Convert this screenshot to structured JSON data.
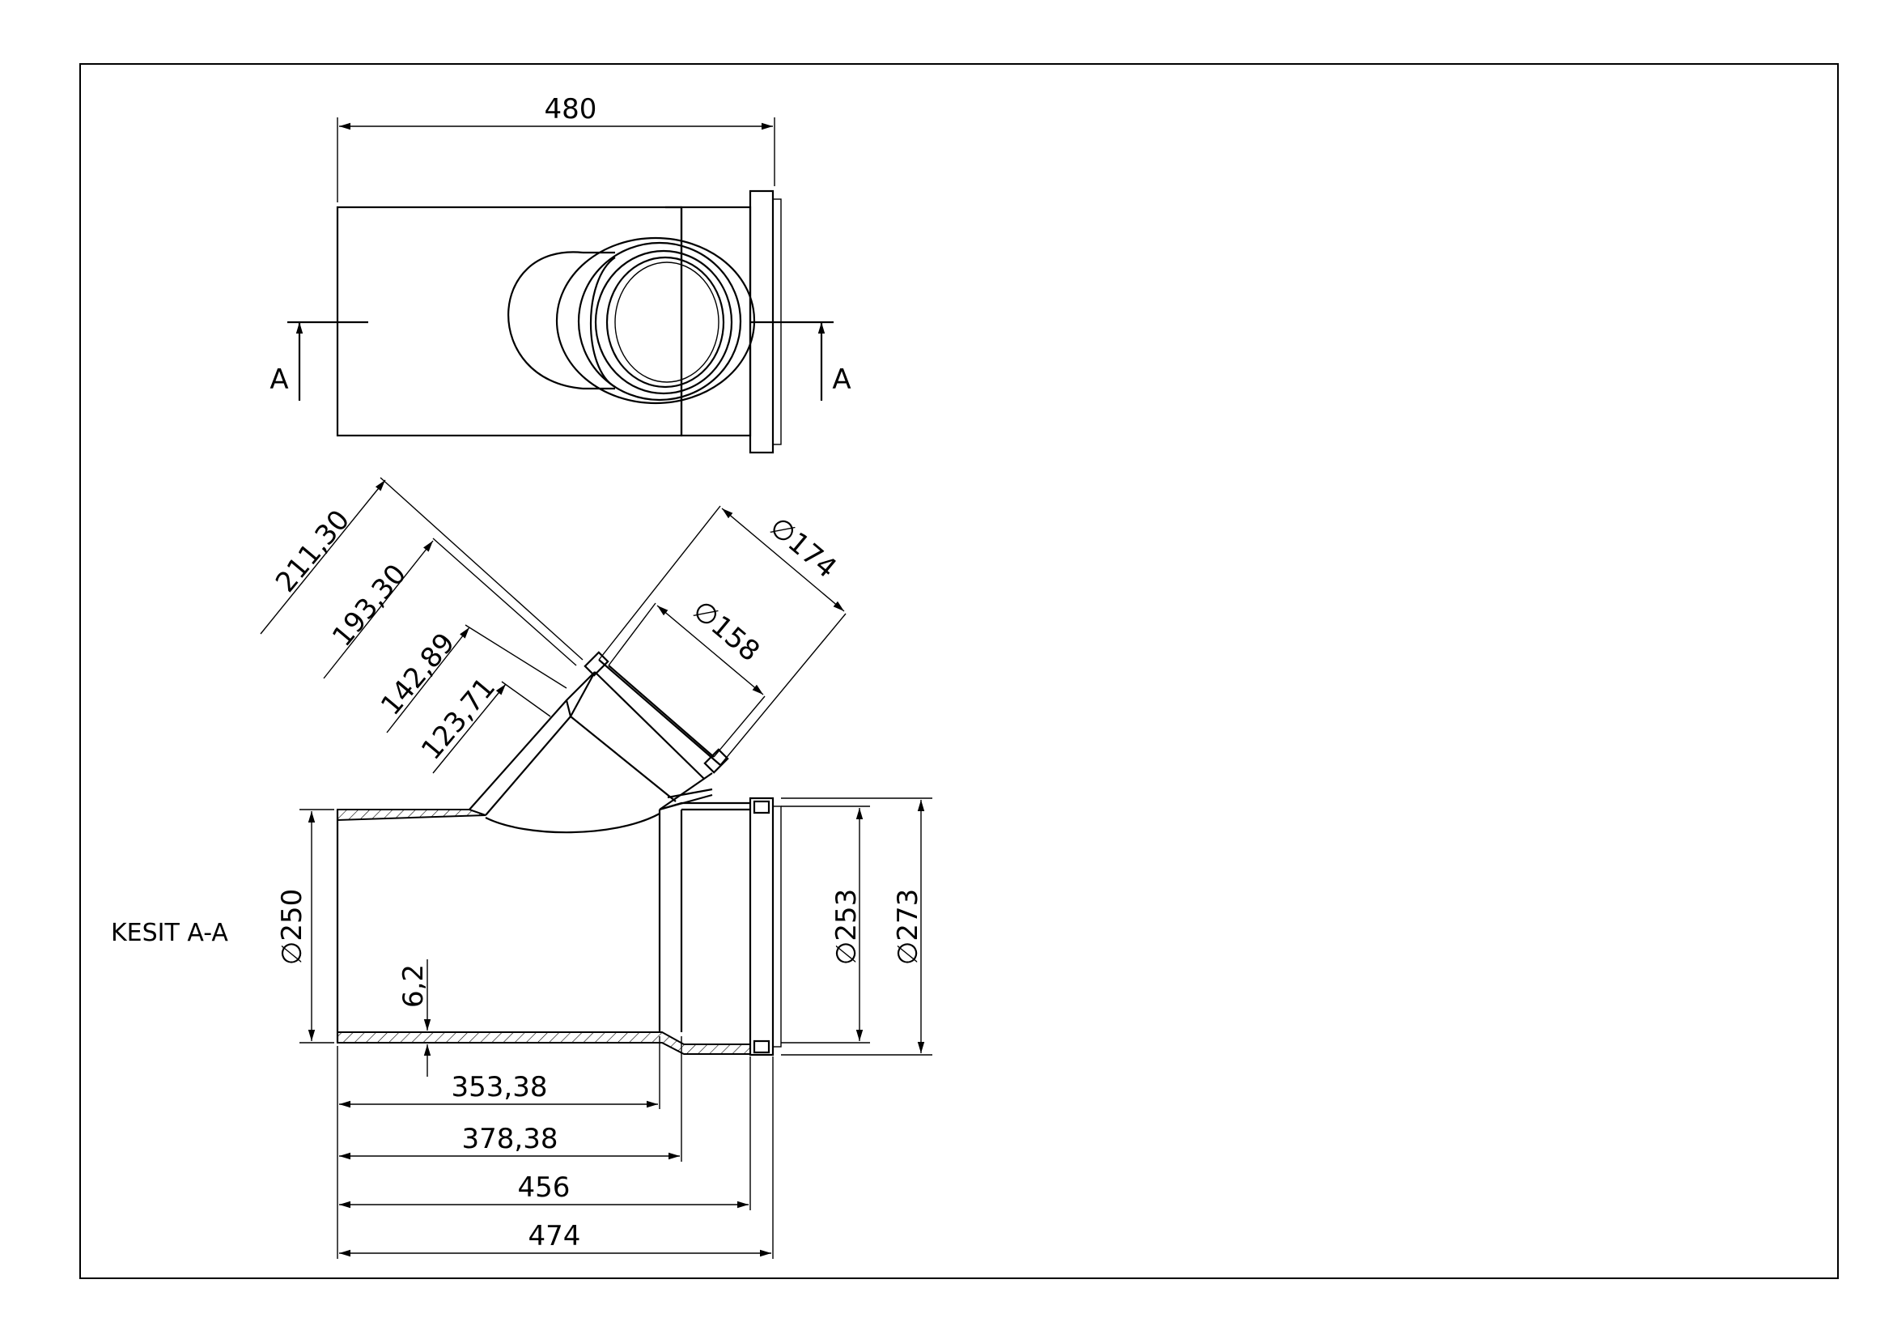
{
  "drawing": {
    "section_title": "KESIT A-A",
    "section_marker": "A",
    "top_view": {
      "overall_length": "480"
    },
    "section_view": {
      "branch_dims": [
        "211,30",
        "193,30",
        "142,89",
        "123,71"
      ],
      "branch_diameters": [
        "∅174",
        "∅158"
      ],
      "main_diameters": [
        "∅250",
        "∅253",
        "∅273"
      ],
      "wall_thickness": "6,2",
      "lengths": [
        "353,38",
        "378,38",
        "456",
        "474"
      ]
    }
  }
}
